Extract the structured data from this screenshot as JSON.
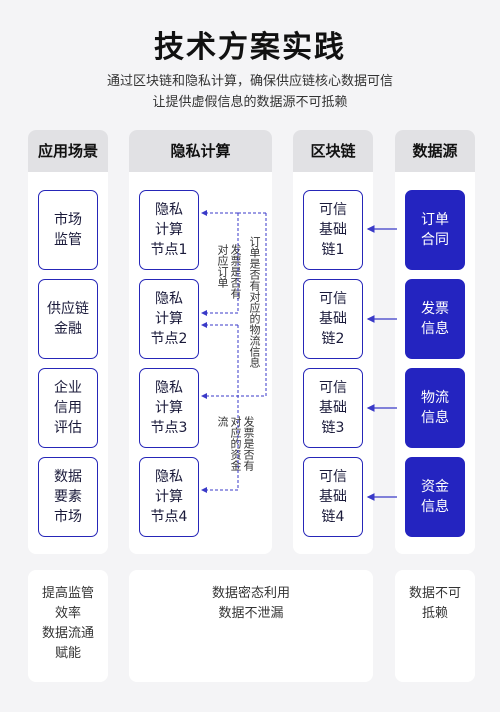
{
  "title": "技术方案实践",
  "subtitle_line1": "通过区块链和隐私计算，确保供应链核心数据可信",
  "subtitle_line2": "让提供虚假信息的数据源不可抵赖",
  "columns": {
    "scenarios": {
      "header": "应用场景",
      "items": [
        "市场\n监管",
        "供应链\n金融",
        "企业\n信用\n评估",
        "数据\n要素\n市场"
      ]
    },
    "privacy": {
      "header": "隐私计算",
      "items": [
        "隐私\n计算\n节点1",
        "隐私\n计算\n节点2",
        "隐私\n计算\n节点3",
        "隐私\n计算\n节点4"
      ],
      "annotations": {
        "a1": "发票是否有对应订单",
        "a2": "订单是否有对应的物流信息",
        "a3": "发票是否有对应的资金流"
      }
    },
    "blockchain": {
      "header": "区块链",
      "items": [
        "可信\n基础\n链1",
        "可信\n基础\n链2",
        "可信\n基础\n链3",
        "可信\n基础\n链4"
      ]
    },
    "sources": {
      "header": "数据源",
      "items": [
        "订单\n合同",
        "发票\n信息",
        "物流\n信息",
        "资金\n信息"
      ]
    }
  },
  "footer": {
    "left": "提高监管\n效率\n数据流通\n赋能",
    "middle": "数据密态利用\n数据不泄漏",
    "right": "数据不可\n抵赖"
  },
  "colors": {
    "accent": "#2424c0",
    "arrow": "#3a3ac8",
    "dashed": "#3a3ac8"
  }
}
